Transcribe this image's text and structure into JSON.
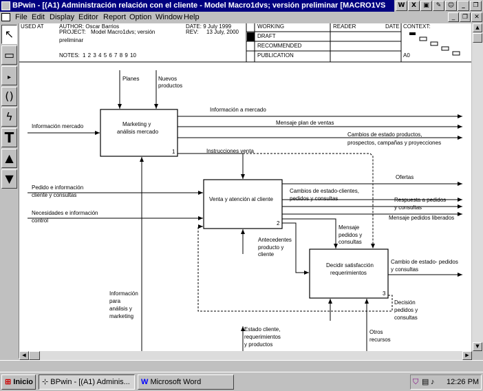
{
  "window": {
    "title": "BPwin - [(A1) Administración relación con el cliente - Model Macro1dvs; versión preliminar [MACRO1VS"
  },
  "menu": [
    "File",
    "Edit",
    "Display",
    "Editor",
    "Report",
    "Option",
    "Window",
    "Help"
  ],
  "toolbox": [
    "pointer-tool",
    "box-tool",
    "precedence-arrow-tool",
    "squiggle-tool",
    "text-tool",
    "go-to-parent-tool",
    "go-to-child-tool"
  ],
  "header": {
    "row0_left": "USED AT",
    "row0_author": "AUTHOR: Oscar Barrios",
    "row0_date": "DATE: 9 July 1999",
    "row0_working": "WORKING",
    "row0_reader": "READER",
    "row0_date2": "DATE",
    "row0_context": "CONTEXT:",
    "project_label": "PROJECT:",
    "project_value": "Model Macro1dvs; versión",
    "project_value2": "preliminar",
    "rev_label": "REV:",
    "rev_value": "13 July, 2000",
    "draft": "DRAFT",
    "recommended": "RECOMMENDED",
    "publication": "PUBLICATION",
    "notes_label": "NOTES:",
    "notes_numbers": "1  2  3  4  5  6  7  8  9  10",
    "context_node": "A0"
  },
  "boxes": [
    {
      "line1": "Marketing y",
      "line2": "análisis mercado",
      "number": "1"
    },
    {
      "line1": "Venta y atención al cliente",
      "number": "2"
    },
    {
      "line1": "Decidir satisfacción",
      "line2": "requerimientos",
      "number": "3"
    }
  ],
  "arrows": {
    "planes": "Planes",
    "nuevos1": "Nuevos",
    "nuevos2": "productos",
    "info_mercado_in": "Información mercado",
    "info_mercado_out": "Información a mercado",
    "mensaje_plan": "Mensaje plan de ventas",
    "cambios_prod1": "Cambios de estado productos,",
    "cambios_prod2": "prospectos, campañas y proyecciones",
    "instrucciones": "Instrucciones venta",
    "ofertas": "Ofertas",
    "pedido1": "Pedido e información",
    "pedido2": "cliente y consultas",
    "cambios_cli1": "Cambios de estado-clientes,",
    "cambios_cli2": "pedidos y consultas",
    "respuesta1": "Respuesta a pedidos",
    "respuesta2": "y consultas",
    "necesidades1": "Necesidades e información",
    "necesidades2": "control",
    "mensaje_ped": "Mensaje pedidos liberados",
    "msg_pc1": "Mensaje",
    "msg_pc2": "pedidos y",
    "msg_pc3": "consultas",
    "antecedentes1": "Antecedentes",
    "antecedentes2": "producto y",
    "antecedentes3": "cliente",
    "cambio_estado1": "Cambio de estado- pedidos",
    "cambio_estado2": "y consultas",
    "info_para1": "Información",
    "info_para2": "para",
    "info_para3": "análisis y",
    "info_para4": "marketing",
    "decision1": "Decisión",
    "decision2": "pedidos y",
    "decision3": "consultas",
    "estado1": "Estado cliente,",
    "estado2": "requerimientos",
    "estado3": "y productos",
    "otros1": "Otros",
    "otros2": "recursos"
  },
  "taskbar": {
    "start": "Inicio",
    "task1": "BPwin - [(A1) Adminis...",
    "task2": "Microsoft Word",
    "clock": "12:26 PM"
  }
}
